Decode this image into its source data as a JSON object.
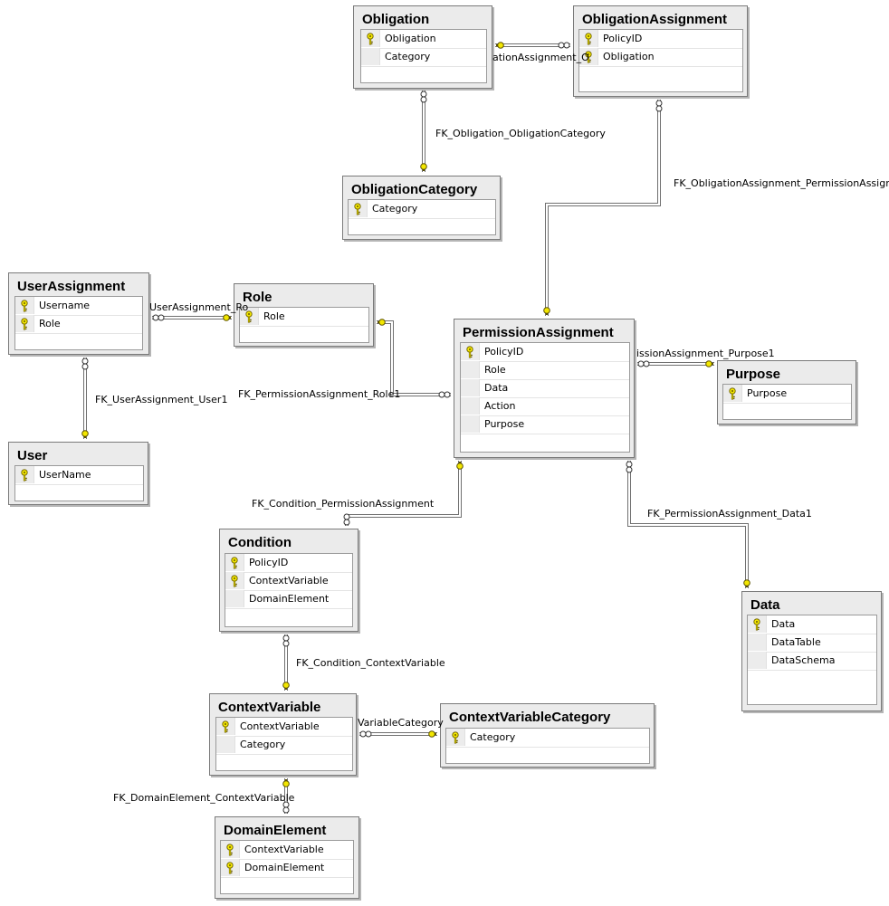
{
  "tables": [
    {
      "id": "obligation",
      "title": "Obligation",
      "columns": [
        {
          "name": "Obligation",
          "pk": true
        },
        {
          "name": "Category",
          "pk": false
        }
      ]
    },
    {
      "id": "obligation-assignment",
      "title": "ObligationAssignment",
      "columns": [
        {
          "name": "PolicyID",
          "pk": true
        },
        {
          "name": "Obligation",
          "pk": true
        }
      ]
    },
    {
      "id": "obligation-category",
      "title": "ObligationCategory",
      "columns": [
        {
          "name": "Category",
          "pk": true
        }
      ]
    },
    {
      "id": "user-assignment",
      "title": "UserAssignment",
      "columns": [
        {
          "name": "Username",
          "pk": true
        },
        {
          "name": "Role",
          "pk": true
        }
      ]
    },
    {
      "id": "role",
      "title": "Role",
      "columns": [
        {
          "name": "Role",
          "pk": true
        }
      ]
    },
    {
      "id": "permission-assignment",
      "title": "PermissionAssignment",
      "columns": [
        {
          "name": "PolicyID",
          "pk": true
        },
        {
          "name": "Role",
          "pk": false
        },
        {
          "name": "Data",
          "pk": false
        },
        {
          "name": "Action",
          "pk": false
        },
        {
          "name": "Purpose",
          "pk": false
        }
      ]
    },
    {
      "id": "purpose",
      "title": "Purpose",
      "columns": [
        {
          "name": "Purpose",
          "pk": true
        }
      ]
    },
    {
      "id": "user",
      "title": "User",
      "columns": [
        {
          "name": "UserName",
          "pk": true
        }
      ]
    },
    {
      "id": "condition",
      "title": "Condition",
      "columns": [
        {
          "name": "PolicyID",
          "pk": true
        },
        {
          "name": "ContextVariable",
          "pk": true
        },
        {
          "name": "DomainElement",
          "pk": false
        }
      ]
    },
    {
      "id": "data",
      "title": "Data",
      "columns": [
        {
          "name": "Data",
          "pk": true
        },
        {
          "name": "DataTable",
          "pk": false
        },
        {
          "name": "DataSchema",
          "pk": false
        }
      ]
    },
    {
      "id": "context-variable",
      "title": "ContextVariable",
      "columns": [
        {
          "name": "ContextVariable",
          "pk": true
        },
        {
          "name": "Category",
          "pk": false
        }
      ]
    },
    {
      "id": "context-variable-category",
      "title": "ContextVariableCategory",
      "columns": [
        {
          "name": "Category",
          "pk": true
        }
      ]
    },
    {
      "id": "domain-element",
      "title": "DomainElement",
      "columns": [
        {
          "name": "ContextVariable",
          "pk": true
        },
        {
          "name": "DomainElement",
          "pk": true
        }
      ]
    }
  ],
  "relationships": [
    {
      "id": "obligation-assignment-obligation",
      "label": "ationAssignment_O"
    },
    {
      "id": "obligation-obligation-category",
      "label": "FK_Obligation_ObligationCategory"
    },
    {
      "id": "obligation-assignment-permission-assignment",
      "label": "FK_ObligationAssignment_PermissionAssignment"
    },
    {
      "id": "user-assignment-role",
      "label": "UserAssignment_Ro"
    },
    {
      "id": "permission-assignment-role",
      "label": "FK_PermissionAssignment_Role1"
    },
    {
      "id": "permission-assignment-purpose",
      "label": "issionAssignment_Purpose1"
    },
    {
      "id": "user-assignment-user",
      "label": "FK_UserAssignment_User1"
    },
    {
      "id": "condition-permission-assignment",
      "label": "FK_Condition_PermissionAssignment"
    },
    {
      "id": "permission-assignment-data",
      "label": "FK_PermissionAssignment_Data1"
    },
    {
      "id": "condition-context-variable",
      "label": "FK_Condition_ContextVariable"
    },
    {
      "id": "context-variable-category",
      "label": "VariableCategory"
    },
    {
      "id": "domain-element-context-variable",
      "label": "FK_DomainElement_ContextVariable"
    }
  ],
  "colors": {
    "key": "#f2e600",
    "line": "#707070",
    "box": "#ebebeb"
  }
}
